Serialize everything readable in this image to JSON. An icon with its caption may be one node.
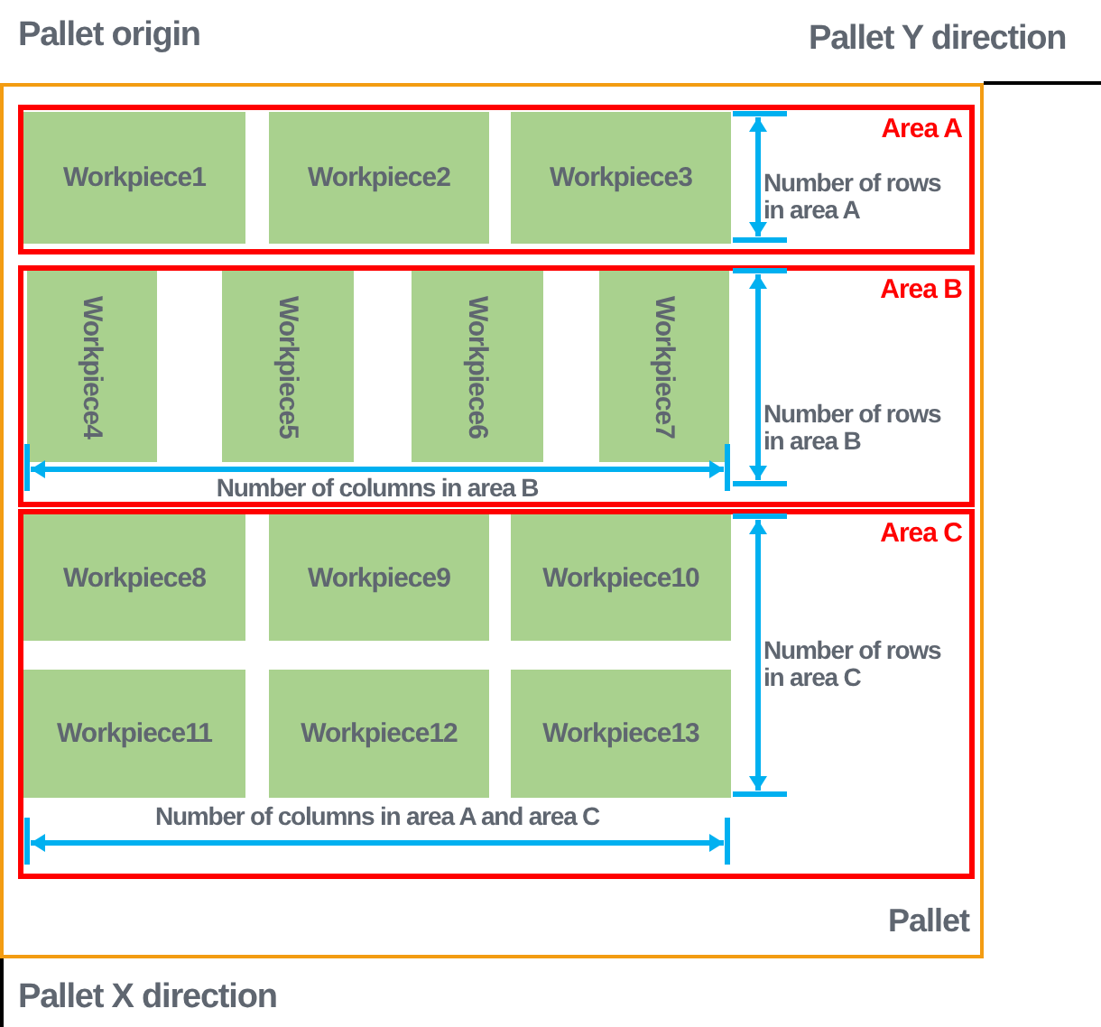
{
  "diagram": {
    "nodes": [
      {
        "text": [
          "Pallet"
        ]
      },
      {
        "text": [
          "Area A"
        ],
        "in": 0
      },
      {
        "text": [
          "Workpiece1"
        ],
        "in": 1
      },
      {
        "text": [
          "Workpiece2"
        ],
        "in": 1
      },
      {
        "text": [
          "Workpiece3"
        ],
        "in": 1
      },
      {
        "text": [
          "Area B"
        ],
        "in": 0
      },
      {
        "text": [
          "Workpiece4"
        ],
        "in": 5
      },
      {
        "text": [
          "Workpiece5"
        ],
        "in": 5
      },
      {
        "text": [
          "Workpiece6"
        ],
        "in": 5
      },
      {
        "text": [
          "Workpiece7"
        ],
        "in": 5
      },
      {
        "text": [
          "Area C"
        ],
        "in": 0
      },
      {
        "text": [
          "Workpiece8"
        ],
        "in": 10
      },
      {
        "text": [
          "Workpiece9"
        ],
        "in": 10
      },
      {
        "text": [
          "Workpiece10"
        ],
        "in": 10
      },
      {
        "text": [
          "Workpiece11"
        ],
        "in": 10
      },
      {
        "text": [
          "Workpiece12"
        ],
        "in": 10
      },
      {
        "text": [
          "Workpiece13"
        ],
        "in": 10
      }
    ],
    "labels": [
      "Pallet origin",
      "Pallet Y direction",
      "Number of rows in area A",
      "Number of rows in area B",
      "Number of columns in area B",
      "Number of rows in area C",
      "Number of columns in area A and area C",
      "Pallet X direction"
    ]
  }
}
